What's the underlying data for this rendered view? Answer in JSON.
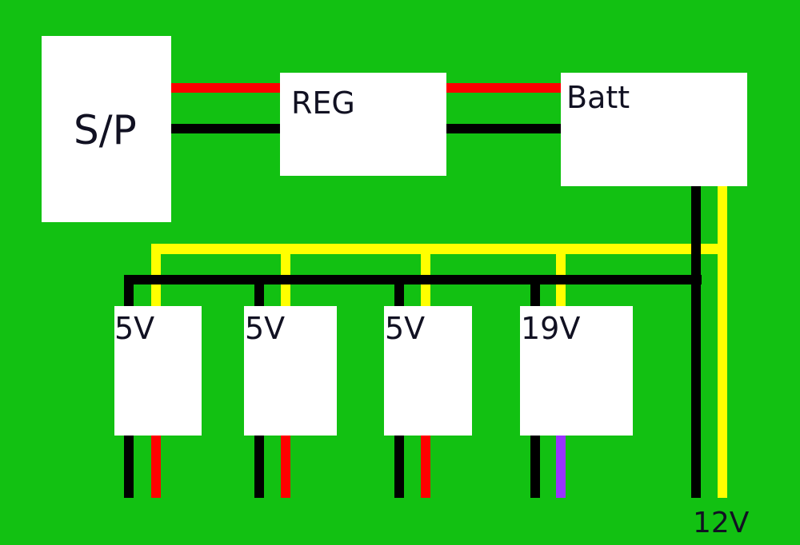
{
  "diagram": {
    "background_color": "#12c112",
    "wire_colors": {
      "red": "#ff0000",
      "black": "#000000",
      "yellow": "#ffff00",
      "purple": "#9933ff"
    },
    "blocks": {
      "solar_panel": {
        "label": "S/P"
      },
      "regulator": {
        "label": "REG"
      },
      "battery": {
        "label": "Batt"
      },
      "converter_1": {
        "label": "5V",
        "output_wire": "red"
      },
      "converter_2": {
        "label": "5V",
        "output_wire": "red"
      },
      "converter_3": {
        "label": "5V",
        "output_wire": "red"
      },
      "converter_4": {
        "label": "19V",
        "output_wire": "purple"
      }
    },
    "battery_output": {
      "label": "12V"
    }
  }
}
